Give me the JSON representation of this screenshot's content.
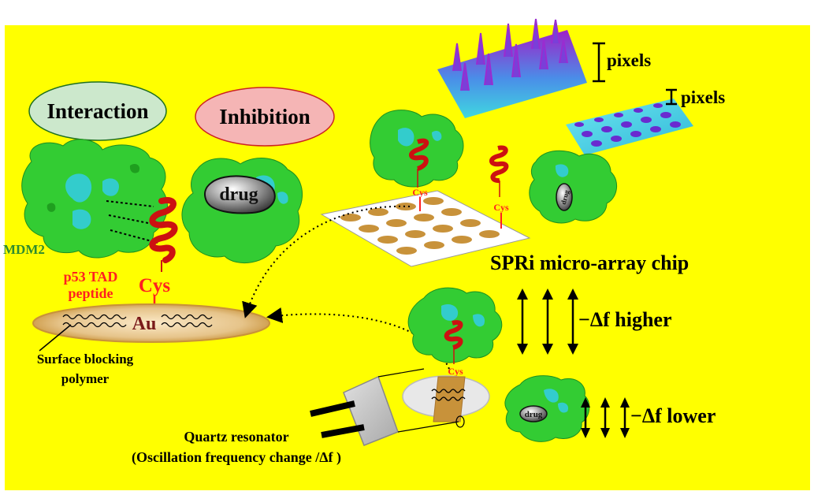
{
  "colors": {
    "background": "#ffff00",
    "protein_green": "#33cc33",
    "protein_cyan": "#33cccc",
    "helix_red": "#cc1111",
    "gold": "#c8923a",
    "interaction_fill": "#cce8cc",
    "inhibition_fill": "#f5b5b5",
    "label_red": "#ff2020",
    "mdm2_green": "#2e8b2e",
    "text_black": "#000000"
  },
  "labels": {
    "interaction": "Interaction",
    "inhibition": "Inhibition",
    "drug_large": "drug",
    "drug_small": "drug",
    "mdm2": "MDM2",
    "p53_line1": "p53 TAD",
    "p53_line2": "peptide",
    "cys_large": "Cys",
    "au": "Au",
    "surface_line1": "Surface blocking",
    "surface_line2": "polymer",
    "cys_chip1": "Cys",
    "cys_chip2": "Cys",
    "cys_qcm": "Cys",
    "pixels_top": "pixels",
    "pixels_bottom": "pixels",
    "spri_chip": "SPRi micro-array chip",
    "df_higher": "−Δf higher",
    "df_lower": "−Δf lower",
    "quartz_line1": "Quartz resonator",
    "quartz_line2": "(Oscillation frequency change /Δf )"
  },
  "icons": [
    "protein-surface-icon",
    "alpha-helix-icon",
    "gold-surface-icon",
    "microarray-chip-icon",
    "surface-plot-icon",
    "quartz-resonator-icon",
    "double-arrow-icon"
  ]
}
